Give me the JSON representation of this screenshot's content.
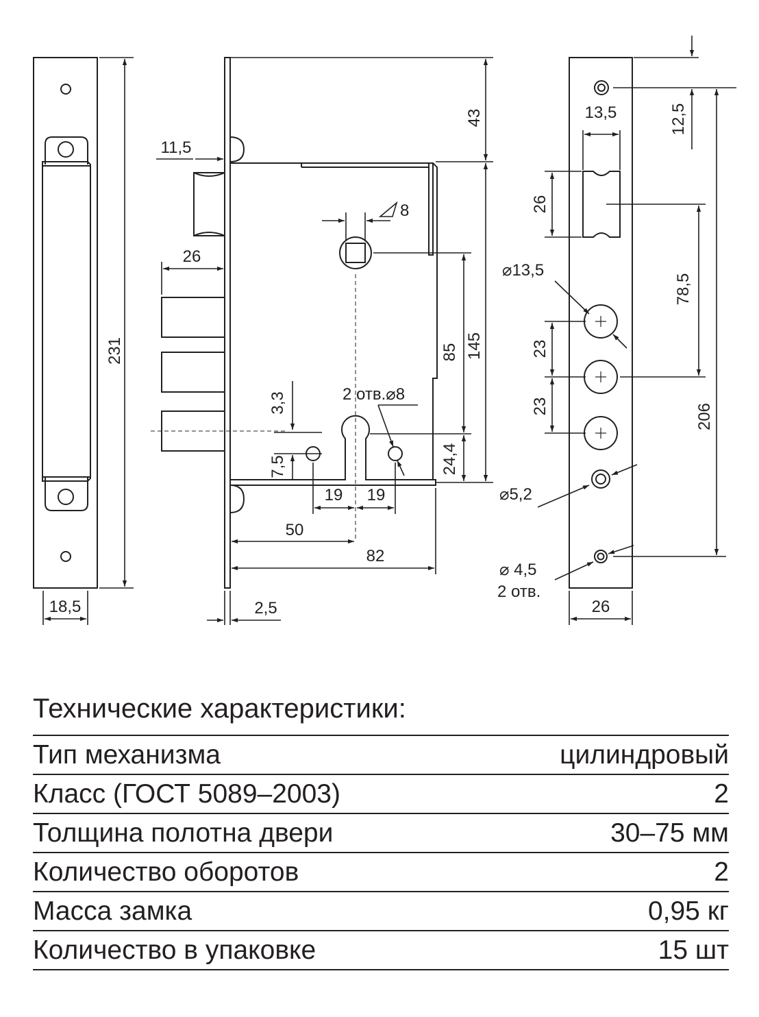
{
  "dimensions": {
    "d_231": "231",
    "d_18_5": "18,5",
    "d_11_5": "11,5",
    "d_26_left": "26",
    "d_2_5": "2,5",
    "d_43": "43",
    "d_145": "145",
    "d_85": "85",
    "d_24_4": "24,4",
    "d_3_3": "3,3",
    "d_7_5": "7,5",
    "d_19_a": "19",
    "d_19_b": "19",
    "d_50": "50",
    "d_82": "82",
    "spindle": "8",
    "holes_2x8": "2 отв.⌀8",
    "d_13_5_top": "13,5",
    "d_12_5": "12,5",
    "d_26_slot": "26",
    "d_78_5": "78,5",
    "dia_13_5": "⌀13,5",
    "d_23_a": "23",
    "d_23_b": "23",
    "d_206": "206",
    "dia_5_2": "⌀5,2",
    "dia_4_5": "⌀ 4,5",
    "holes_2": "2 отв.",
    "d_26_bottom": "26"
  },
  "specs": {
    "title": "Технические характеристики:",
    "rows": [
      {
        "name": "Тип механизма",
        "value": "цилиндровый"
      },
      {
        "name": "Класс (ГОСТ 5089–2003)",
        "value": "2"
      },
      {
        "name": "Толщина полотна двери",
        "value": "30–75 мм"
      },
      {
        "name": "Количество оборотов",
        "value": "2"
      },
      {
        "name": "Масса замка",
        "value": "0,95 кг"
      },
      {
        "name": "Количество в упаковке",
        "value": "15 шт"
      }
    ]
  }
}
